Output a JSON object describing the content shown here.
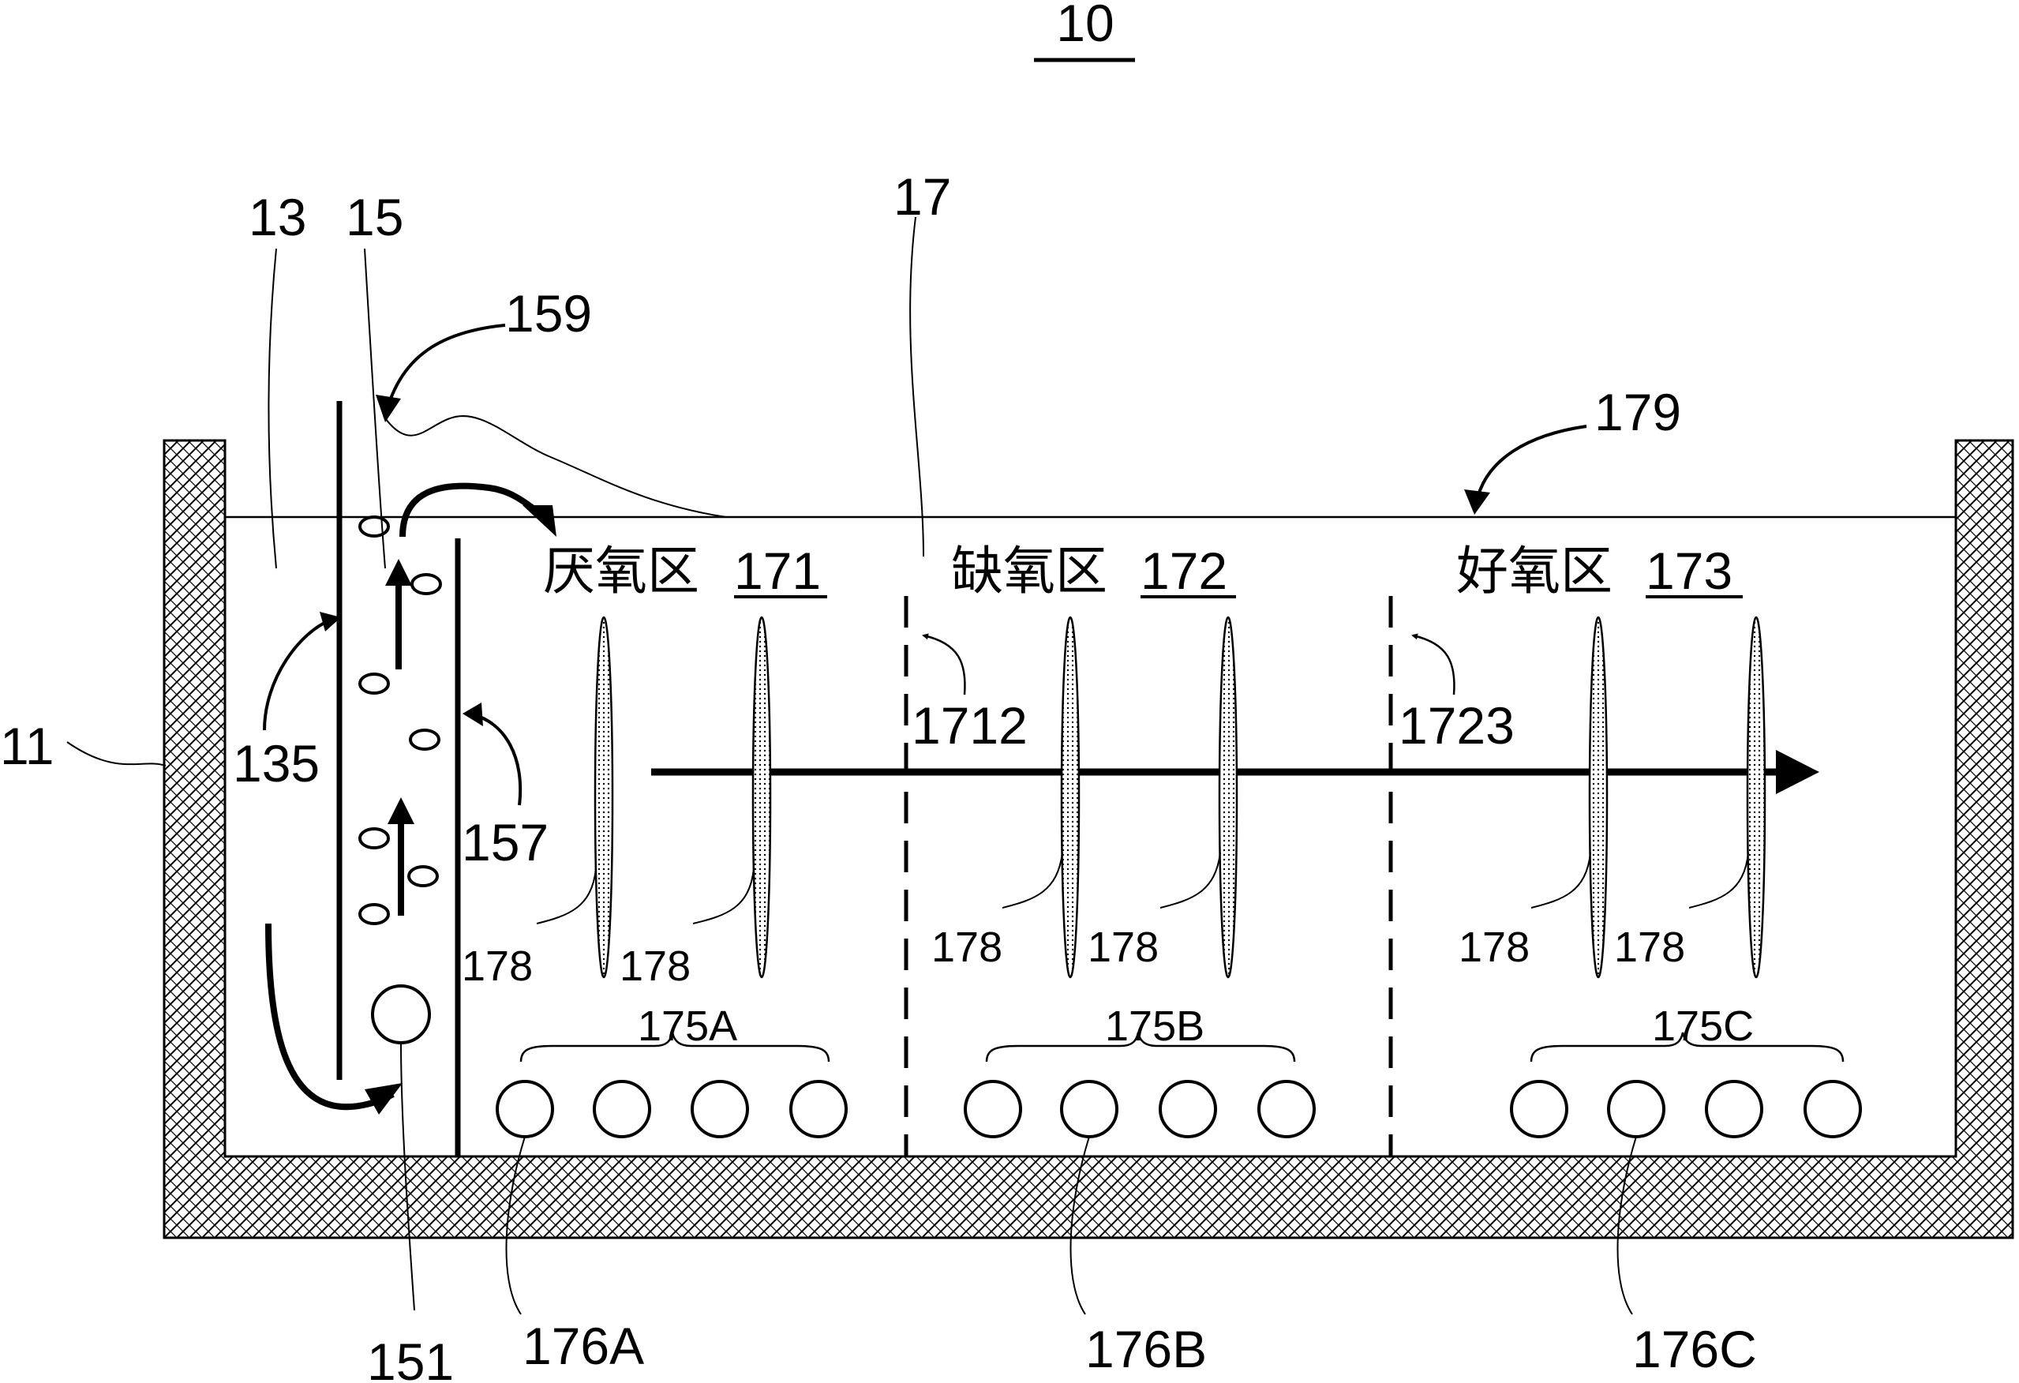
{
  "figure_number": "10",
  "labels": {
    "tank": "11",
    "outer_channel": "13",
    "riser": "15",
    "main_chamber": "17",
    "baffle_135": "135",
    "aerator_151": "151",
    "plate_157": "157",
    "overflow_159": "159",
    "water_surface_179": "179",
    "divider_1712": "1712",
    "divider_1723": "1723",
    "group_175a": "175A",
    "group_175b": "175B",
    "group_175c": "175C",
    "diffuser_176a": "176A",
    "diffuser_176b": "176B",
    "diffuser_176c": "176C",
    "media": "178"
  },
  "zones": [
    {
      "name": "厌氧区",
      "number": "171"
    },
    {
      "name": "缺氧区",
      "number": "172"
    },
    {
      "name": "好氧区",
      "number": "173"
    }
  ],
  "colors": {
    "line": "#000000",
    "background": "#ffffff",
    "wall_hatch": "#000000"
  }
}
